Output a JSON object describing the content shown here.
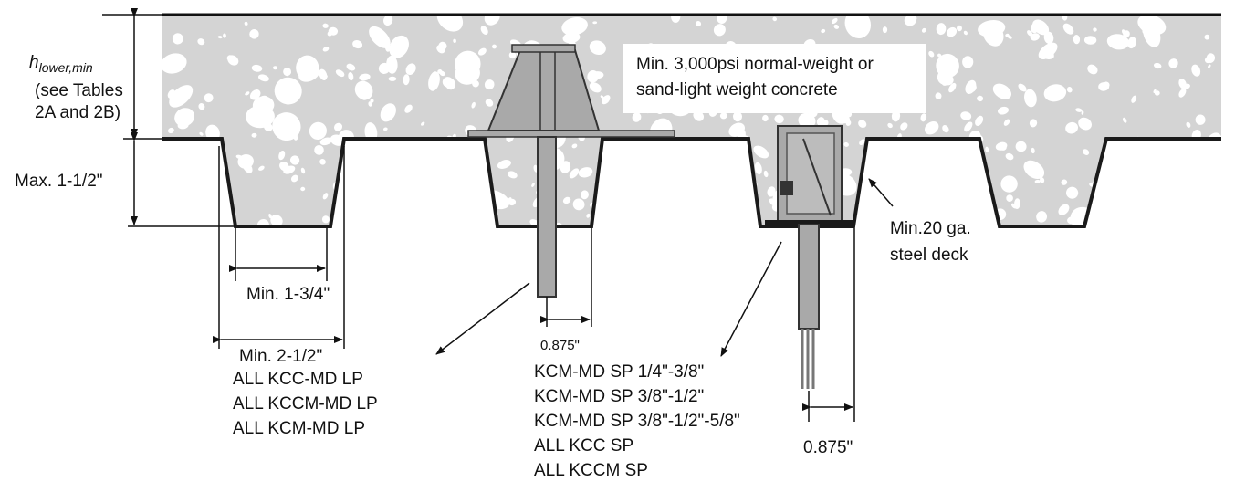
{
  "colors": {
    "concrete": "#d4d4d4",
    "aggregate": "#ffffff",
    "deck": "#1a1a1a",
    "anchor": "#a9a9a9",
    "text": "#111111"
  },
  "labels": {
    "h_lower_main": "h",
    "h_lower_sub": "lower,min",
    "see_tables_1": "(see Tables",
    "see_tables_2": "2A and 2B)",
    "max_flute_depth": "Max. 1-1/2\"",
    "min_flute_bottom": "Min. 1-3/4\"",
    "min_flute_top": "Min. 2-1/2\"",
    "concrete_1": "Min. 3,000psi normal-weight or",
    "concrete_2": "sand-light weight concrete",
    "deck_1": "Min.20 ga.",
    "deck_2": "steel deck",
    "offset_lp": "0.875\"",
    "offset_sp": "0.875\""
  },
  "lp_anchors": [
    "ALL KCC-MD LP",
    "ALL KCCM-MD LP",
    "ALL KCM-MD LP"
  ],
  "sp_anchors": [
    "KCM-MD SP 1/4\"-3/8\"",
    "KCM-MD SP 3/8\"-1/2\"",
    "KCM-MD SP 3/8\"-1/2\"-5/8\"",
    "ALL KCC SP",
    "ALL KCCM SP"
  ]
}
